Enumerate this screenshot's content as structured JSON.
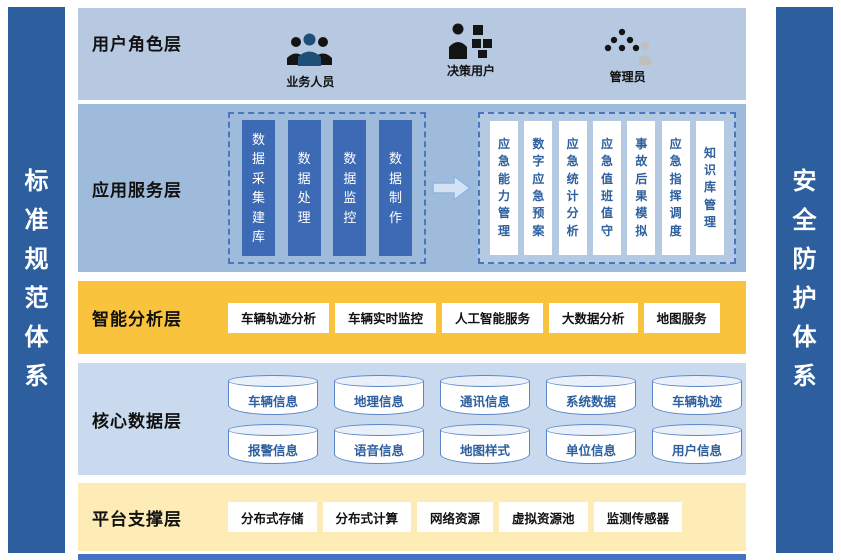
{
  "pillars": {
    "left": "标准规范体系",
    "right": "安全防护体系"
  },
  "layers": {
    "user_role": {
      "title": "用户角色层",
      "roles": [
        {
          "label": "业务人员",
          "icon": "business-users-icon"
        },
        {
          "label": "决策用户",
          "icon": "decision-users-icon"
        },
        {
          "label": "管理员",
          "icon": "admin-icon"
        }
      ]
    },
    "app_service": {
      "title": "应用服务层",
      "data_modules": [
        "数据采集建库",
        "数据处理",
        "数据监控",
        "数据制作"
      ],
      "emergency_modules": [
        "应急能力管理",
        "数字应急预案",
        "应急统计分析",
        "应急值班值守",
        "事故后果模拟",
        "应急指挥调度",
        "知识库管理"
      ]
    },
    "analysis": {
      "title": "智能分析层",
      "items": [
        "车辆轨迹分析",
        "车辆实时监控",
        "人工智能服务",
        "大数据分析",
        "地图服务"
      ]
    },
    "core_data": {
      "title": "核心数据层",
      "row1": [
        "车辆信息",
        "地理信息",
        "通讯信息",
        "系统数据",
        "车辆轨迹"
      ],
      "row2": [
        "报警信息",
        "语音信息",
        "地图样式",
        "单位信息",
        "用户信息"
      ]
    },
    "platform": {
      "title": "平台支撑层",
      "items": [
        "分布式存储",
        "分布式计算",
        "网络资源",
        "虚拟资源池",
        "监测传感器"
      ]
    }
  },
  "colors": {
    "pillar": "#2d5f9e",
    "user_layer_bg": "#b7c9e1",
    "app_layer_bg": "#9fbbdb",
    "app_bar": "#3d6ab5",
    "analysis_layer_bg": "#f9c33e",
    "core_layer_bg": "#c9d9ee",
    "platform_layer_bg": "#fdecb6",
    "accent_blue_text": "#2e5f9e",
    "bottom_strip": "#4472c4"
  }
}
